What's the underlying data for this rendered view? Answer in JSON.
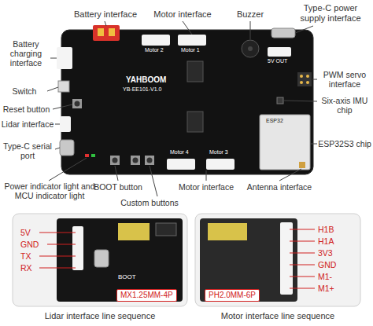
{
  "diagram": {
    "labels": [
      "Battery interface",
      "Motor interface",
      "Buzzer",
      "Type-C power supply interface",
      "Battery charging interface",
      "Switch",
      "Reset button",
      "Lidar interface",
      "Type-C serial port",
      "Power indicator light and MCU indicator light",
      "BOOT button",
      "Custom buttons",
      "Motor interface",
      "Antenna interface",
      "ESP32S3 chip",
      "Six-axis IMU chip",
      "PWM servo interface",
      "YAHBOOM",
      "YB-EE101-V1.0",
      "ESP32",
      "5V OUT",
      "Motor 1",
      "Motor 2",
      "Motor 3",
      "Motor 4",
      "BOOT",
      "5V",
      "GND",
      "TX",
      "RX",
      "MX1.25MM-4P",
      "Lidar interface line sequence",
      "H1B",
      "H1A",
      "3V3",
      "GND",
      "M1-",
      "M1+",
      "PH2.0MM-6P",
      "Motor interface line sequence"
    ]
  }
}
